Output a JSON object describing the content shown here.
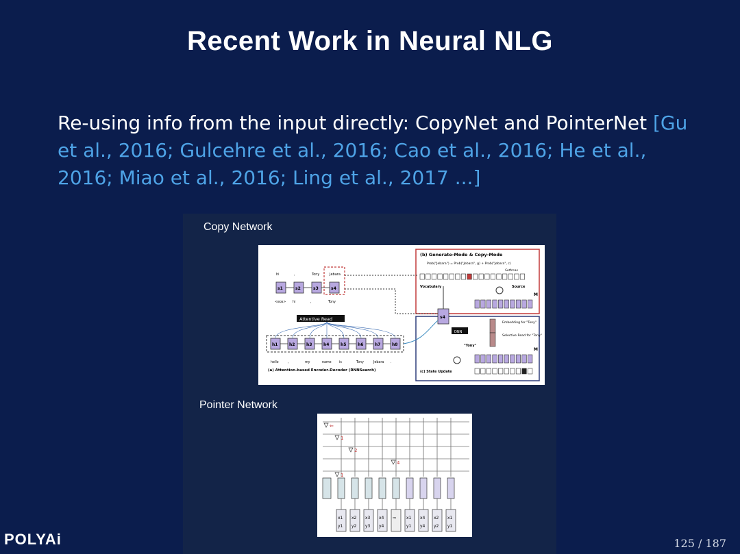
{
  "slide": {
    "title": "Recent Work in Neural NLG",
    "body_prefix": "Re-using info from the input directly: CopyNet and PointerNet ",
    "citations": "[Gu et al., 2016; Gulcehre et al., 2016; Cao et al., 2016; He et al., 2016; Miao et al., 2016; Ling et al., 2017 ...]"
  },
  "figure": {
    "copy_label": "Copy Network",
    "pointer_label": "Pointer Network",
    "copynet": {
      "panel_b_title": "(b) Generate-Mode & Copy-Mode",
      "prob_formula": "Prob(\"Jebara\") = Prob(\"Jebara\", g) + Prob(\"Jebara\", c)",
      "softmax": "Softmax",
      "vocabulary": "Vocabulary",
      "source": "Source",
      "m_label": "M",
      "attentive_read": "Attentive Read",
      "dnn": "DNN",
      "embedding": "Embedding for \"Tony\"",
      "selective_read": "Selective Read for \"Tony\"",
      "tony_quote": "\"Tony\"",
      "state_update": "(c) State Update",
      "panel_a_title": "(a) Attention-based Encoder-Decoder (RNNSearch)",
      "decoder_outputs": [
        "hi",
        ",",
        "Tony",
        "Jebara"
      ],
      "decoder_inputs": [
        "<eos>",
        "hi",
        ",",
        "Tony"
      ],
      "decoder_states": [
        "s1",
        "s2",
        "s3",
        "s4"
      ],
      "encoder_states": [
        "h1",
        "h2",
        "h3",
        "h4",
        "h5",
        "h6",
        "h7",
        "h8"
      ],
      "encoder_words": [
        "hello",
        ",",
        "my",
        "name",
        "is",
        "Tony",
        "Jebara",
        "."
      ]
    },
    "pointer": {
      "markers": [
        "⇐",
        "1",
        "2",
        "4",
        "1"
      ],
      "top_inputs": [
        [
          "x1",
          "y1"
        ],
        [
          "x2",
          "y2"
        ],
        [
          "x3",
          "y3"
        ],
        [
          "x4",
          "y4"
        ],
        [
          "⇒",
          ""
        ],
        [
          "x1",
          "y1"
        ],
        [
          "x4",
          "y4"
        ],
        [
          "x2",
          "y2"
        ],
        [
          "x1",
          "y1"
        ]
      ]
    }
  },
  "footer": {
    "logo": "POLYAi",
    "page_number": "125 / 187"
  }
}
